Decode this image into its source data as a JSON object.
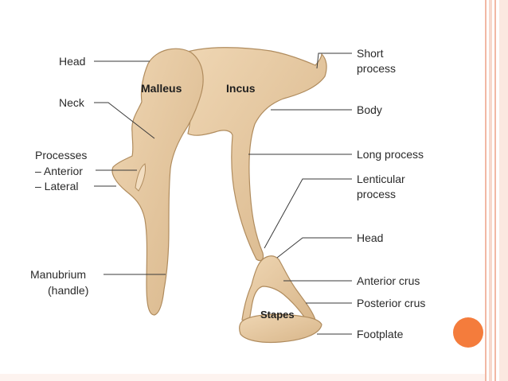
{
  "bone_names": {
    "malleus": "Malleus",
    "incus": "Incus",
    "stapes": "Stapes"
  },
  "left_labels": {
    "head": "Head",
    "neck": "Neck",
    "processes": "Processes",
    "anterior": "– Anterior",
    "lateral": "– Lateral",
    "manubrium": "Manubrium",
    "handle": "(handle)"
  },
  "right_labels": {
    "short_process_1": "Short",
    "short_process_2": "process",
    "body": "Body",
    "long_process": "Long process",
    "lenticular_1": "Lenticular",
    "lenticular_2": "process",
    "head": "Head",
    "anterior_crus": "Anterior crus",
    "posterior_crus": "Posterior crus",
    "footplate": "Footplate"
  },
  "colors": {
    "bone_fill": "#e6c9a0",
    "bone_shadow": "#c9a77a",
    "bone_outline": "#b08c5e",
    "accent": "#f47c3c",
    "border_stripe": "#f2b8a4"
  }
}
